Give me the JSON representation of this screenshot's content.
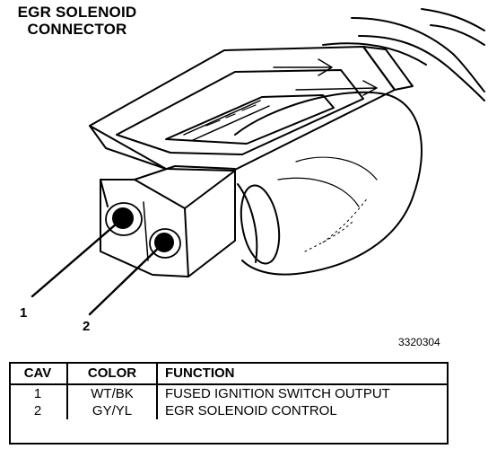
{
  "title": {
    "line1": "EGR SOLENOID",
    "line2": "CONNECTOR"
  },
  "callouts": {
    "c1": "1",
    "c2": "2"
  },
  "figure_id": "3320304",
  "table": {
    "headers": {
      "cav": "CAV",
      "color": "COLOR",
      "function": "FUNCTION"
    },
    "rows": [
      {
        "cav": "1",
        "color": "WT/BK",
        "function": "FUSED IGNITION SWITCH OUTPUT"
      },
      {
        "cav": "2",
        "color": "GY/YL",
        "function": "EGR SOLENOID CONTROL"
      }
    ]
  }
}
